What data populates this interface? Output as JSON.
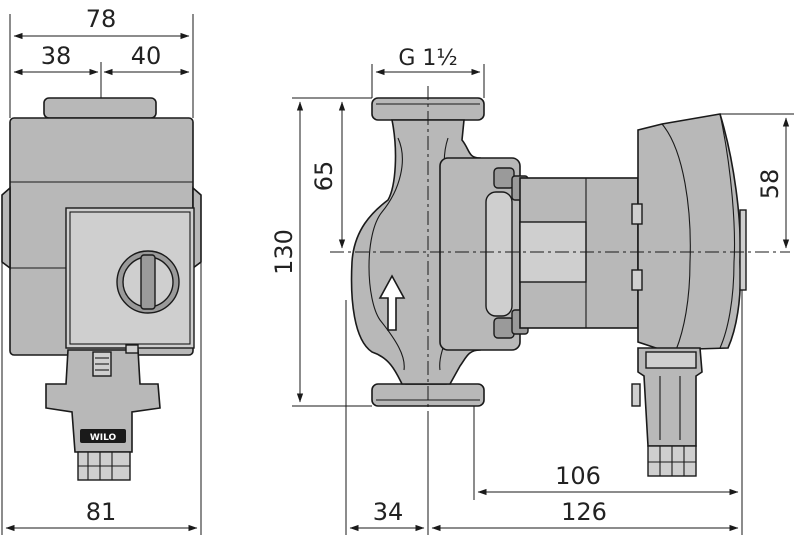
{
  "dimensions": {
    "front_total_width": "78",
    "front_left_width": "38",
    "front_right_width": "40",
    "front_bottom_width": "81",
    "side_thread": "G 1½",
    "side_total_height": "130",
    "side_half_height": "65",
    "side_motor_height": "58",
    "side_inner_length": "106",
    "side_total_length": "126",
    "side_port_offset": "34"
  },
  "logo": {
    "brand": "WILO"
  },
  "colors": {
    "body": "#b8b8b8",
    "line": "#1a1a1a",
    "background": "#ffffff"
  }
}
